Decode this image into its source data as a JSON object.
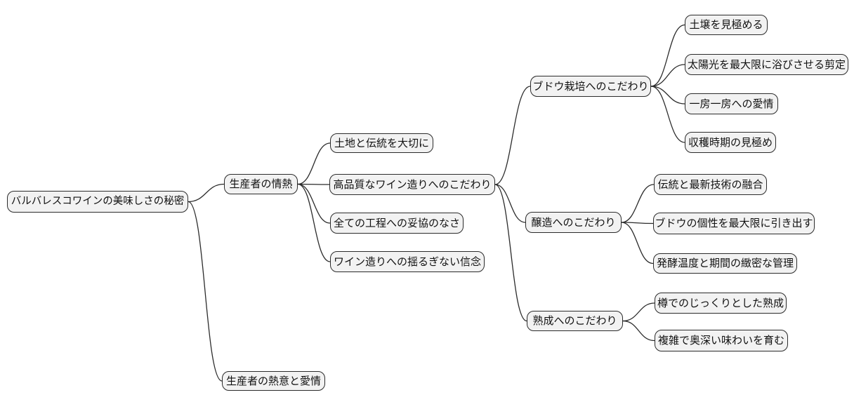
{
  "diagram": {
    "type": "mindmap",
    "orientation": "left-to-right",
    "root": {
      "label": "バルバレスコワインの美味しさの秘密",
      "children": [
        {
          "label": "生産者の情熱",
          "children": [
            {
              "label": "土地と伝統を大切に",
              "children": []
            },
            {
              "label": "高品質なワイン造りへのこだわり",
              "children": [
                {
                  "label": "ブドウ栽培へのこだわり",
                  "children": [
                    {
                      "label": "土壌を見極める",
                      "children": []
                    },
                    {
                      "label": "太陽光を最大限に浴びさせる剪定",
                      "children": []
                    },
                    {
                      "label": "一房一房への愛情",
                      "children": []
                    },
                    {
                      "label": "収穫時期の見極め",
                      "children": []
                    }
                  ]
                },
                {
                  "label": "醸造へのこだわり",
                  "children": [
                    {
                      "label": "伝統と最新技術の融合",
                      "children": []
                    },
                    {
                      "label": "ブドウの個性を最大限に引き出す",
                      "children": []
                    },
                    {
                      "label": "発酵温度と期間の緻密な管理",
                      "children": []
                    }
                  ]
                },
                {
                  "label": "熟成へのこだわり",
                  "children": [
                    {
                      "label": "樽でのじっくりとした熟成",
                      "children": []
                    },
                    {
                      "label": "複雑で奥深い味わいを育む",
                      "children": []
                    }
                  ]
                }
              ]
            },
            {
              "label": "全ての工程への妥協のなさ",
              "children": []
            },
            {
              "label": "ワイン造りへの揺るぎない信念",
              "children": []
            }
          ]
        },
        {
          "label": "生産者の熱意と愛情",
          "children": []
        }
      ]
    }
  },
  "colors": {
    "background": "#ffffff",
    "node_fill": "#f2f2f2",
    "node_border": "#2b2b2b",
    "edge": "#2b2b2b",
    "text": "#111111"
  }
}
